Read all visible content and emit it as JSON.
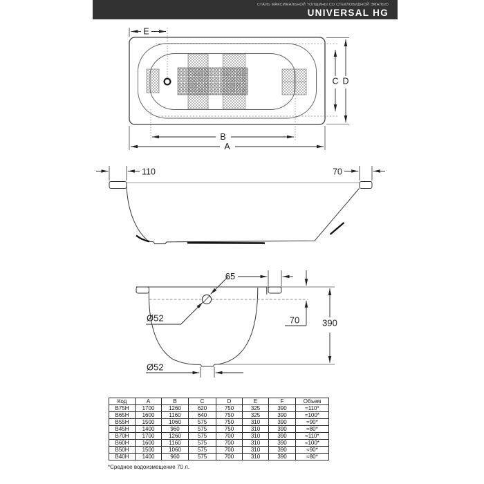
{
  "header": {
    "tagline": "СТАЛЬ МАКСИМАЛЬНОЙ ТОЛЩИНЫ СО СТЕКЛОВИДНОЙ ЭМАЛЬЮ",
    "title": "UNIVERSAL HG",
    "colors": {
      "bar_bg": "#323232",
      "title_text": "#ffffff",
      "tagline_text": "#c4c4c4"
    }
  },
  "plan_view": {
    "dim_e": "E",
    "dim_c": "C",
    "dim_d": "D",
    "dim_b": "B",
    "dim_a": "A"
  },
  "side_view": {
    "dim_left": "110",
    "dim_right": "70"
  },
  "section_view": {
    "dim_rim_width": "65",
    "overflow_diameter": "Ø52",
    "dim_overflow_depth": "70",
    "dim_total_height": "390",
    "drain_diameter": "Ø52"
  },
  "table": {
    "columns": [
      "Код",
      "A",
      "B",
      "C",
      "D",
      "E",
      "F",
      "Объем"
    ],
    "rows": [
      [
        "B75H",
        "1700",
        "1260",
        "620",
        "750",
        "325",
        "390",
        "≈110*"
      ],
      [
        "B65H",
        "1600",
        "1160",
        "640",
        "750",
        "325",
        "390",
        "≈100*"
      ],
      [
        "B55H",
        "1500",
        "1060",
        "575",
        "750",
        "310",
        "390",
        "≈90*"
      ],
      [
        "B45H",
        "1400",
        "960",
        "575",
        "750",
        "310",
        "390",
        "≈80*"
      ],
      [
        "B70H",
        "1700",
        "1260",
        "575",
        "700",
        "310",
        "390",
        "≈110*"
      ],
      [
        "B60H",
        "1600",
        "1160",
        "575",
        "700",
        "310",
        "390",
        "≈100*"
      ],
      [
        "B50H",
        "1500",
        "1060",
        "575",
        "700",
        "310",
        "390",
        "≈90*"
      ],
      [
        "B40H",
        "1400",
        "960",
        "575",
        "700",
        "310",
        "390",
        "≈80*"
      ]
    ],
    "footnote": "*Среднее водоизмещение 70 л."
  }
}
